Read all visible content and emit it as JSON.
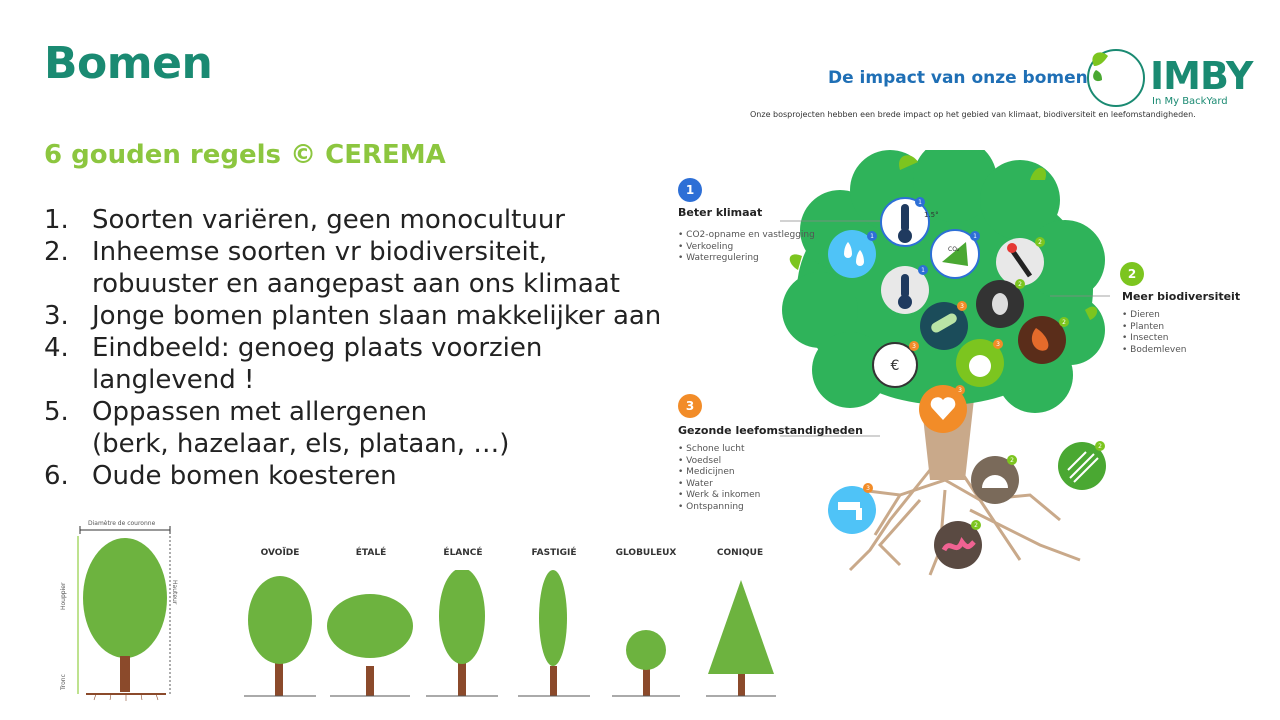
{
  "slide": {
    "title": "Bomen",
    "subtitle": "6 gouden regels © CEREMA",
    "rules": [
      {
        "num": "1.",
        "line1": "Soorten variëren, geen monocultuur",
        "line2": ""
      },
      {
        "num": "2.",
        "line1": "Inheemse soorten vr biodiversiteit,",
        "line2": "robuuster en aangepast aan ons klimaat"
      },
      {
        "num": "3.",
        "line1": "Jonge bomen planten slaan makkelijker aan",
        "line2": ""
      },
      {
        "num": "4.",
        "line1": "Eindbeeld: genoeg plaats voorzien",
        "line2": "langlevend !"
      },
      {
        "num": "5.",
        "line1": "Oppassen met allergenen",
        "line2": "(berk, hazelaar, els, plataan, …)"
      },
      {
        "num": "6.",
        "line1": "Oude bomen koesteren",
        "line2": ""
      }
    ]
  },
  "infographic": {
    "heading": "De impact van onze bomen",
    "logo_text": "IMBY",
    "logo_sub": "In My BackYard",
    "description": "Onze bosprojecten hebben een brede impact op het gebied van klimaat, biodiversiteit en leefomstandigheden.",
    "sections": [
      {
        "num": "1",
        "title": "Beter klimaat",
        "color": "#2d6fd6",
        "items": [
          "CO2-opname en vastlegging",
          "Verkoeling",
          "Waterregulering"
        ]
      },
      {
        "num": "2",
        "title": "Meer biodiversiteit",
        "color": "#7cc51f",
        "items": [
          "Dieren",
          "Planten",
          "Insecten",
          "Bodemleven"
        ]
      },
      {
        "num": "3",
        "title": "Gezonde leefomstandigheden",
        "color": "#f28c28",
        "items": [
          "Schone lucht",
          "Voedsel",
          "Medicijnen",
          "Water",
          "Werk & inkomen",
          "Ontspanning"
        ]
      }
    ],
    "icon_temp_label": "1.5°",
    "icon_co2_label": "CO₂",
    "icon_euro_label": "€"
  },
  "tree_shapes": {
    "diagram_labels": {
      "crown": "Diamètre de couronne",
      "height": "Hauteur",
      "houppier": "Houppier",
      "tronc": "Tronc"
    },
    "shapes": [
      "OVOÏDE",
      "ÉTALÉ",
      "ÉLANCÉ",
      "FASTIGIÉ",
      "GLOBULEUX",
      "CONIQUE"
    ]
  },
  "colors": {
    "brand_teal": "#1a8a72",
    "accent_green": "#8cc63f",
    "tree_green": "#2fb35a",
    "shape_green": "#6db33f",
    "trunk_brown": "#8b4a2b"
  }
}
